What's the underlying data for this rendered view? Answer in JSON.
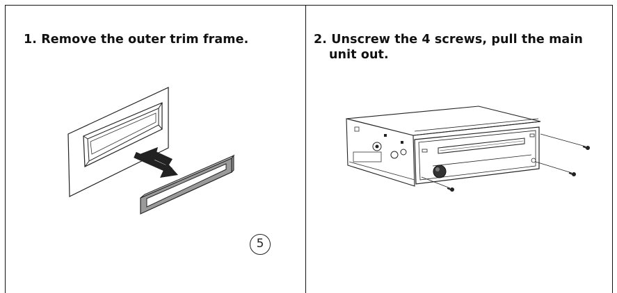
{
  "steps": [
    {
      "number": "1.",
      "text": "Remove the outer trim frame."
    },
    {
      "number": "2.",
      "text_line1": "Unscrew the 4 screws, pull the main",
      "text_line2": "unit out."
    }
  ],
  "page_number": "5",
  "icons": [
    "trim-frame-removal-illustration",
    "arrow-right-down-icon",
    "head-unit-screws-illustration",
    "screw-icon"
  ]
}
